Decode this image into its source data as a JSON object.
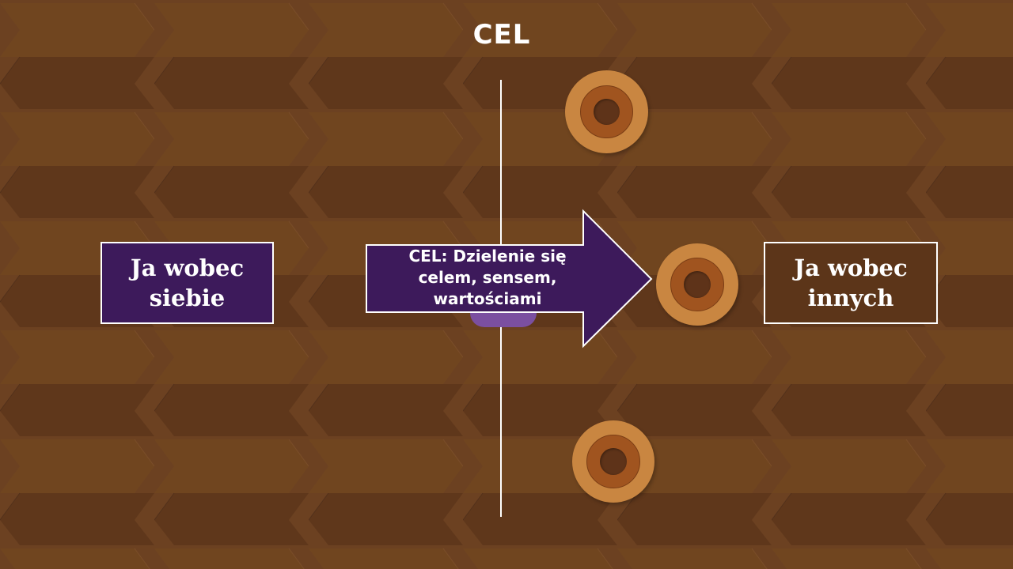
{
  "title": "CEL",
  "left_box": {
    "text_line1": "Ja wobec",
    "text_line2": "siebie"
  },
  "right_box": {
    "text_line1": "Ja wobec",
    "text_line2": "innych"
  },
  "arrow": {
    "line1": "CEL: Dzielenie się",
    "line2": "celem, sensem,",
    "line3": "wartościami"
  },
  "colors": {
    "background": "#6a3f20",
    "purple": "#3d1a5b",
    "dark_brown_box": "#5c3519",
    "ring_outer": "#c98641",
    "ring_inner": "#a0541f"
  }
}
